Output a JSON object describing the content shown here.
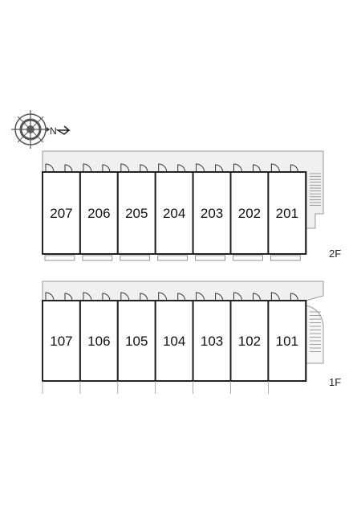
{
  "compass": {
    "icon": "compass-rose-icon",
    "north_label": "N"
  },
  "floors": [
    {
      "label": "2F",
      "units": [
        "207",
        "206",
        "205",
        "204",
        "203",
        "202",
        "201"
      ]
    },
    {
      "label": "1F",
      "units": [
        "107",
        "106",
        "105",
        "104",
        "103",
        "102",
        "101"
      ]
    }
  ],
  "colors": {
    "wall": "#222222",
    "corridor": "#f0f0f0",
    "outline": "#999999"
  }
}
